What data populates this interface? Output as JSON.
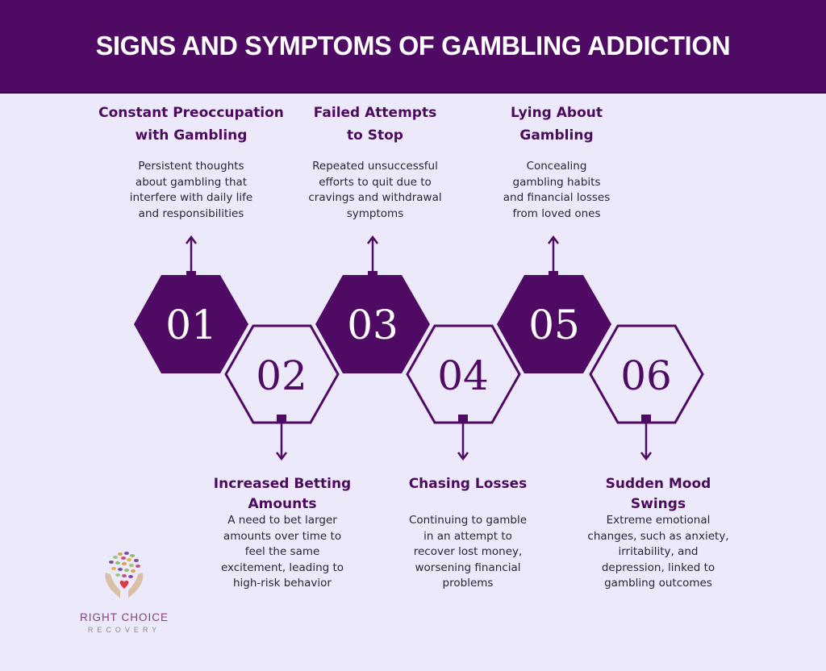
{
  "header": {
    "title": "SIGNS AND SYMPTOMS OF GAMBLING ADDICTION"
  },
  "colors": {
    "primary": "#4f0a63",
    "background": "#ece9fb",
    "text": "#2a2530",
    "white": "#ffffff"
  },
  "steps": [
    {
      "number": "01",
      "style": "filled",
      "title_lines": [
        "Constant Preoccupation",
        "with Gambling"
      ],
      "desc_lines": [
        "Persistent thoughts",
        "about gambling that",
        "interfere with daily life",
        "and responsibilities"
      ]
    },
    {
      "number": "02",
      "style": "outline",
      "title_lines": [
        "Increased Betting",
        "Amounts"
      ],
      "desc_lines": [
        "A need to bet larger",
        "amounts over time to",
        "feel the same",
        "excitement, leading to",
        "high-risk behavior"
      ]
    },
    {
      "number": "03",
      "style": "filled",
      "title_lines": [
        "Failed Attempts",
        "to Stop"
      ],
      "desc_lines": [
        "Repeated unsuccessful",
        "efforts to quit due to",
        "cravings and withdrawal",
        "symptoms"
      ]
    },
    {
      "number": "04",
      "style": "outline",
      "title_lines": [
        "Chasing Losses"
      ],
      "desc_lines": [
        "Continuing to gamble",
        "in an attempt to",
        "recover lost money,",
        "worsening financial",
        "problems"
      ]
    },
    {
      "number": "05",
      "style": "filled",
      "title_lines": [
        "Lying About",
        "Gambling"
      ],
      "desc_lines": [
        "Concealing",
        "gambling habits",
        "and financial losses",
        "from loved ones"
      ]
    },
    {
      "number": "06",
      "style": "outline",
      "title_lines": [
        "Sudden Mood",
        "Swings"
      ],
      "desc_lines": [
        "Extreme emotional",
        "changes, such as anxiety,",
        "irritability, and",
        "depression, linked to",
        "gambling outcomes"
      ]
    }
  ],
  "logo": {
    "brand": "RIGHT CHOICE",
    "sub": "RECOVERY",
    "icon": "hands-holding-tree-heart-icon"
  }
}
